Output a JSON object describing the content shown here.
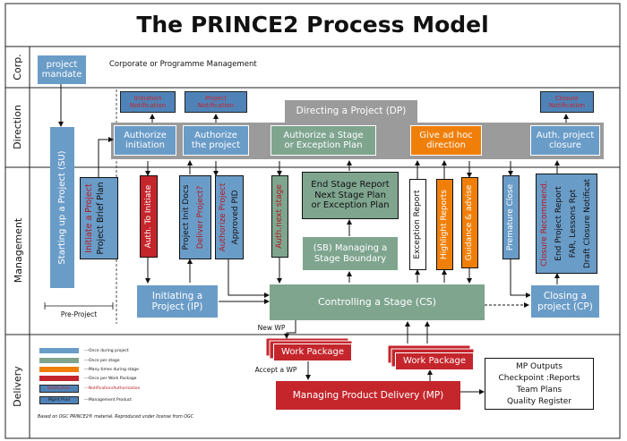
{
  "title": "The PRINCE2 Process Model",
  "lanes": {
    "corp": "Corp.",
    "direction": "Direction",
    "management": "Management",
    "delivery": "Delivery"
  },
  "corp_mgmt": "Corporate or Programme Management",
  "project_mandate": "project\nmandate",
  "directing": "Directing a Project (DP)",
  "notifications": {
    "initiation": "Initiation\nNotification",
    "project": "Project\nNotification",
    "closure": "Closure\nNotification"
  },
  "dp_boxes": {
    "auth_initiation": "Authorize\ninitiation",
    "auth_project": "Authorize\nthe project",
    "auth_stage": "Authorize a Stage\nor Exception Plan",
    "adhoc": "Give ad hoc\ndirection",
    "auth_closure": "Auth. project\nclosure"
  },
  "su": "Starting up a Project (SU)",
  "su_outputs": {
    "initiate": "Initiate a Project",
    "brief": "Project Brief Plan"
  },
  "vertical": {
    "auth_to_initiate": "Auth. To Initiate",
    "pid_docs": "Project Init Docs",
    "deliver_project": "Deliver Project?",
    "authorize_project": "Authorize Project",
    "approved_pid": "Approved PID",
    "auth_next_stage": "Auth.next stage",
    "exception_report": "Exception Report",
    "highlight_reports": "Highlight Reports",
    "guidance": "Guidance & advise",
    "premature_close": "Premature Close",
    "closure_recommend": "Closure Recommend.",
    "end_project_report": "End Project Report",
    "far": "FAR, Lessons Rpt",
    "draft_closure": "Draft Closure Notificat"
  },
  "stage_report": "End Stage Report\nNext Stage Plan\nor Exception Plan",
  "sb": "(SB) Managing a\nStage Boundary",
  "ip": "Initiating a\nProject (IP)",
  "cs": "Controlling a Stage (CS)",
  "cp": "Closing a\nproject (CP)",
  "pre_project": "Pre-Project",
  "new_wp": "New WP",
  "accept_wp": "Accept a WP",
  "work_package": "Work Package",
  "mp": "Managing Product Delivery (MP)",
  "mp_outputs": {
    "title": "MP Outputs",
    "items": [
      "Checkpoint :Reports",
      "Team Plans",
      "Quality Register"
    ]
  },
  "legend": [
    {
      "swatch": "",
      "text": "---Once during project",
      "color": "#6a9cc8"
    },
    {
      "swatch": "",
      "text": "---Once per stage",
      "color": "#7fa58f"
    },
    {
      "swatch": "",
      "text": "---Many times during stage",
      "color": "#f07f0a"
    },
    {
      "swatch": "",
      "text": "---Once per Work Package",
      "color": "#c4262c"
    },
    {
      "swatch": "Notification",
      "text": "---Notification/Authorization",
      "color": "#c4262c"
    },
    {
      "swatch": "Mgmt Prod",
      "text": "---Management Product",
      "color": "#2d6ea8"
    }
  ],
  "credit": "Based on OGC PRINCE2® material. Reproduced under license from OGC",
  "colors": {
    "blue": "#6a9cc8",
    "green": "#7fa58f",
    "orange": "#f07f0a",
    "red": "#c4262c",
    "gray": "#9b9b9b",
    "border": "#4a79a8"
  }
}
